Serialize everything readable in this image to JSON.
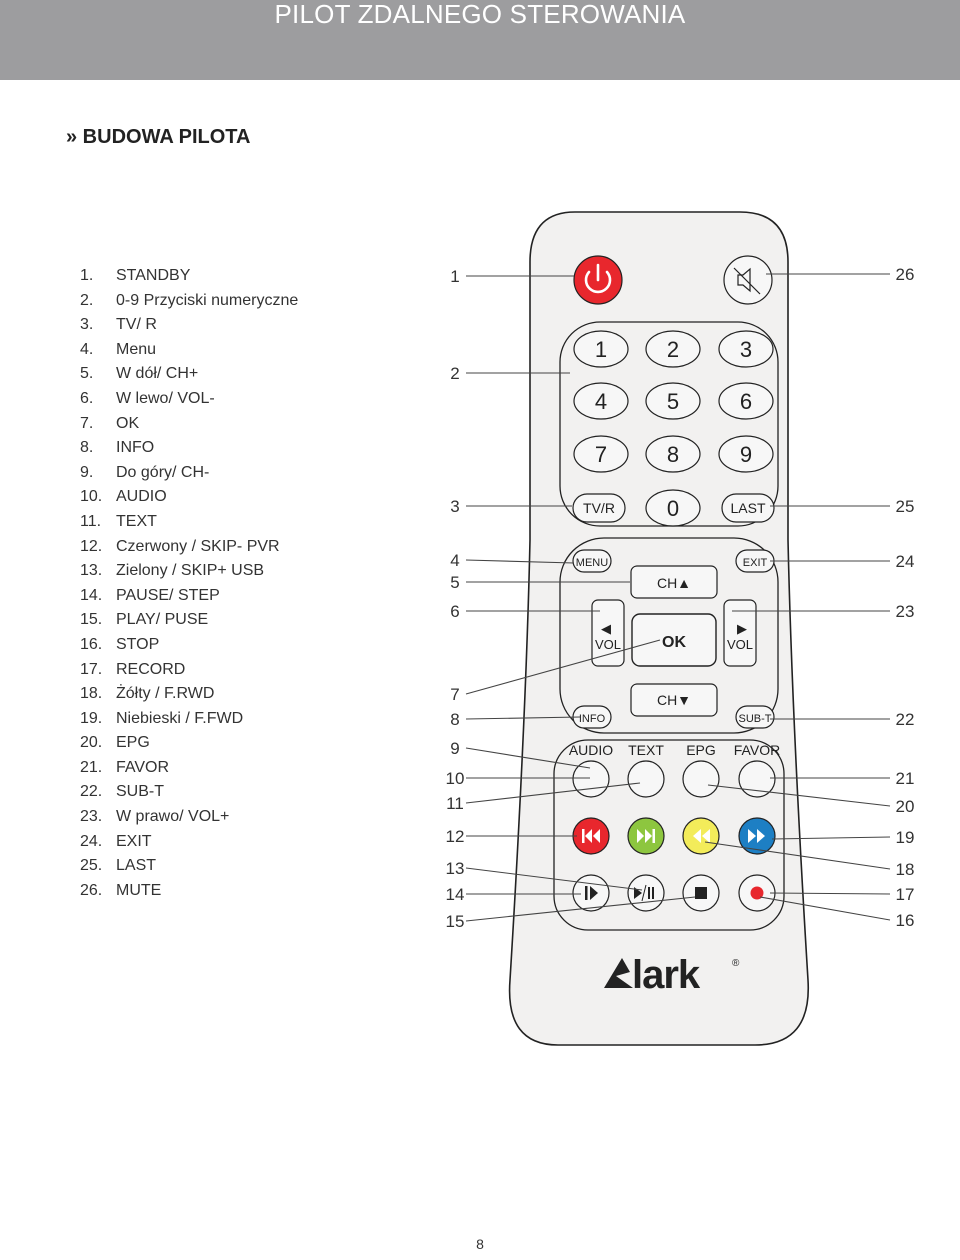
{
  "header": {
    "title": "PILOT ZDALNEGO STEROWANIA"
  },
  "section_title": "» BUDOWA PILOTA",
  "legend": [
    {
      "num": "1.",
      "label": "STANDBY"
    },
    {
      "num": "2.",
      "label": "0-9 Przyciski numeryczne"
    },
    {
      "num": "3.",
      "label": "TV/ R"
    },
    {
      "num": "4.",
      "label": "Menu"
    },
    {
      "num": "5.",
      "label": "W dół/ CH+"
    },
    {
      "num": "6.",
      "label": "W lewo/ VOL-"
    },
    {
      "num": "7.",
      "label": "OK"
    },
    {
      "num": "8.",
      "label": "INFO"
    },
    {
      "num": "9.",
      "label": "Do góry/ CH-"
    },
    {
      "num": "10.",
      "label": "AUDIO"
    },
    {
      "num": "11.",
      "label": "TEXT"
    },
    {
      "num": "12.",
      "label": "Czerwony / SKIP-  PVR"
    },
    {
      "num": "13.",
      "label": "Zielony / SKIP+ USB"
    },
    {
      "num": "14.",
      "label": "PAUSE/ STEP"
    },
    {
      "num": "15.",
      "label": "PLAY/ PUSE"
    },
    {
      "num": "16.",
      "label": "STOP"
    },
    {
      "num": "17.",
      "label": "RECORD"
    },
    {
      "num": "18.",
      "label": "Żółty / F.RWD"
    },
    {
      "num": "19.",
      "label": "Niebieski / F.FWD"
    },
    {
      "num": "20.",
      "label": "EPG"
    },
    {
      "num": "21.",
      "label": "FAVOR"
    },
    {
      "num": "22.",
      "label": "SUB-T"
    },
    {
      "num": "23.",
      "label": "W prawo/ VOL+"
    },
    {
      "num": "24.",
      "label": "EXIT"
    },
    {
      "num": "25.",
      "label": "LAST"
    },
    {
      "num": "26.",
      "label": "MUTE"
    }
  ],
  "remote": {
    "brand": "lark",
    "brand_mark": "®",
    "colors": {
      "power": "#e8272d",
      "red": "#e8272d",
      "green": "#8dc63f",
      "yellow": "#f3ec5a",
      "blue": "#1d7fc4"
    },
    "digits": [
      "1",
      "2",
      "3",
      "4",
      "5",
      "6",
      "7",
      "8",
      "9",
      "0"
    ],
    "buttons": {
      "tvr": "TV/R",
      "last": "LAST",
      "menu": "MENU",
      "exit": "EXIT",
      "ch_up": "CH▲",
      "ch_down": "CH▼",
      "vol": "VOL",
      "ok": "OK",
      "info": "INFO",
      "subt": "SUB-T",
      "audio": "AUDIO",
      "text": "TEXT",
      "epg": "EPG",
      "favor": "FAVOR",
      "vol_left_arrow": "◀",
      "vol_right_arrow": "▶"
    },
    "callouts_left": [
      "1",
      "2",
      "3",
      "4",
      "5",
      "6",
      "7",
      "8",
      "9",
      "10",
      "11",
      "12",
      "13",
      "14",
      "15"
    ],
    "callouts_right": [
      "26",
      "25",
      "24",
      "23",
      "22",
      "21",
      "20",
      "19",
      "18",
      "17",
      "16"
    ]
  },
  "page_number": "8"
}
